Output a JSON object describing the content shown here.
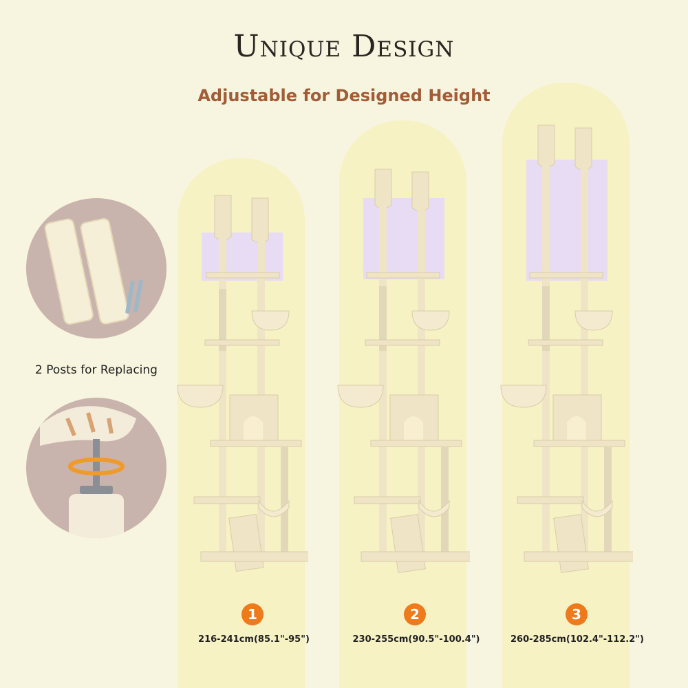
{
  "header": {
    "title": "Unique Design",
    "subtitle": "Adjustable for Designed Height"
  },
  "left_panel": {
    "caption": "2 Posts for Replacing"
  },
  "options": [
    {
      "number": "1",
      "size": "216-241cm(85.1\"-95\")"
    },
    {
      "number": "2",
      "size": "230-255cm(90.5\"-100.4\")"
    },
    {
      "number": "3",
      "size": "260-285cm(102.4\"-112.2\")"
    }
  ],
  "colors": {
    "background": "#f7f5df",
    "arch": "#f7f2c4",
    "accent_subtitle": "#a25c37",
    "badge": "#ee7a1c",
    "tree_beige": "#efe4c6",
    "extension_highlight": "#e7dcf4",
    "circle_bg": "#c9b4ad"
  }
}
